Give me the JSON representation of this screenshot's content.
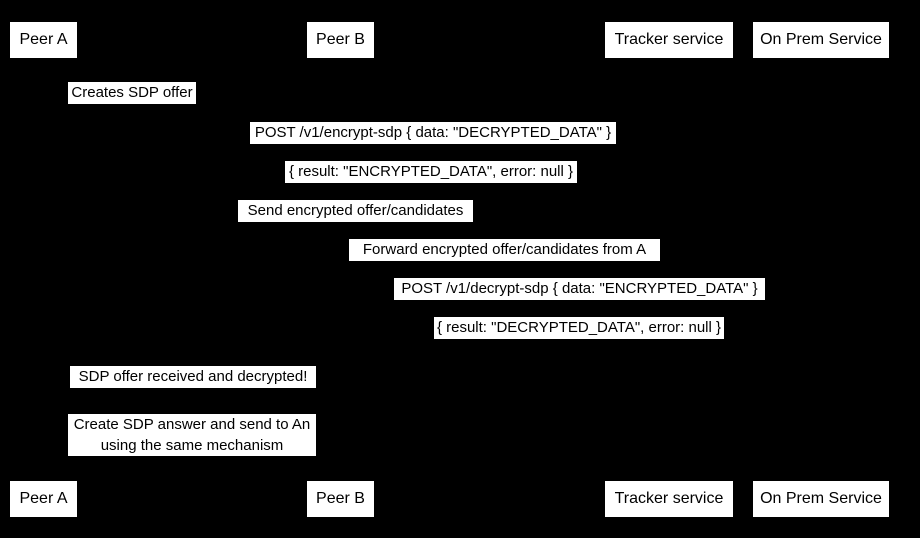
{
  "diagram": {
    "type": "sequence-diagram",
    "background_color": "#000000",
    "label_background_color": "#ffffff",
    "label_text_color": "#000000",
    "participants": [
      {
        "id": "peer-a",
        "label": "Peer A"
      },
      {
        "id": "peer-b",
        "label": "Peer B"
      },
      {
        "id": "tracker-service",
        "label": "Tracker service"
      },
      {
        "id": "on-prem-service",
        "label": "On Prem Service"
      }
    ],
    "messages": [
      {
        "id": "creates-sdp-offer",
        "label": "Creates SDP offer"
      },
      {
        "id": "post-encrypt-sdp",
        "label": "POST /v1/encrypt-sdp { data: \"DECRYPTED_DATA\" }"
      },
      {
        "id": "encrypt-sdp-result",
        "label": "{ result: \"ENCRYPTED_DATA\", error: null }"
      },
      {
        "id": "send-encrypted-offer",
        "label": "Send encrypted offer/candidates"
      },
      {
        "id": "forward-encrypted-offer",
        "label": "Forward encrypted offer/candidates from A"
      },
      {
        "id": "post-decrypt-sdp",
        "label": "POST /v1/decrypt-sdp { data: \"ENCRYPTED_DATA\" }"
      },
      {
        "id": "decrypt-sdp-result",
        "label": "{ result: \"DECRYPTED_DATA\", error: null }"
      },
      {
        "id": "sdp-offer-received",
        "label": "SDP offer received and decrypted!"
      },
      {
        "id": "create-sdp-answer-line1",
        "label": "Create SDP answer and send to An"
      },
      {
        "id": "create-sdp-answer-line2",
        "label": "using the same mechanism"
      }
    ]
  }
}
